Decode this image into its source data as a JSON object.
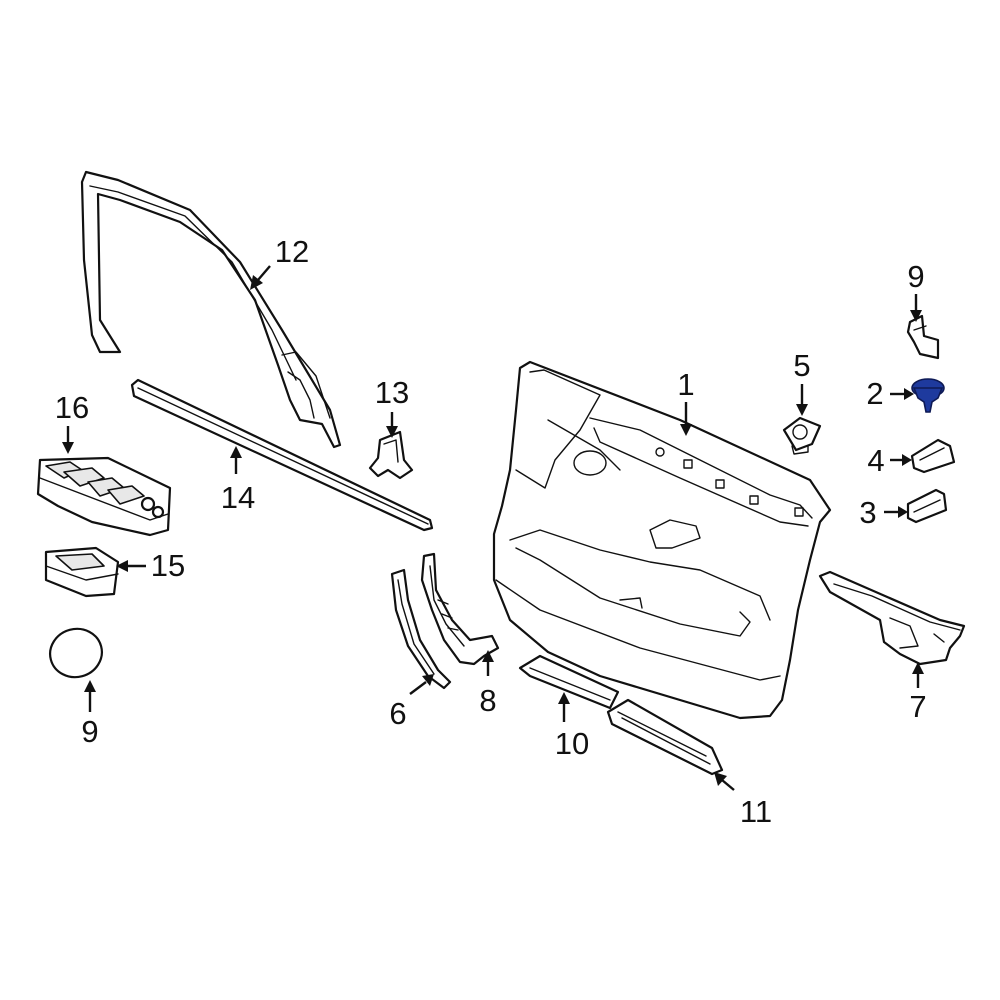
{
  "highlight_color": "#1e3a9e",
  "callouts": {
    "c1": "1",
    "c2": "2",
    "c3": "3",
    "c4": "4",
    "c5": "5",
    "c6": "6",
    "c7": "7",
    "c8": "8",
    "c9a": "9",
    "c9b": "9",
    "c10": "10",
    "c11": "11",
    "c12": "12",
    "c13": "13",
    "c14": "14",
    "c15": "15",
    "c16": "16"
  }
}
